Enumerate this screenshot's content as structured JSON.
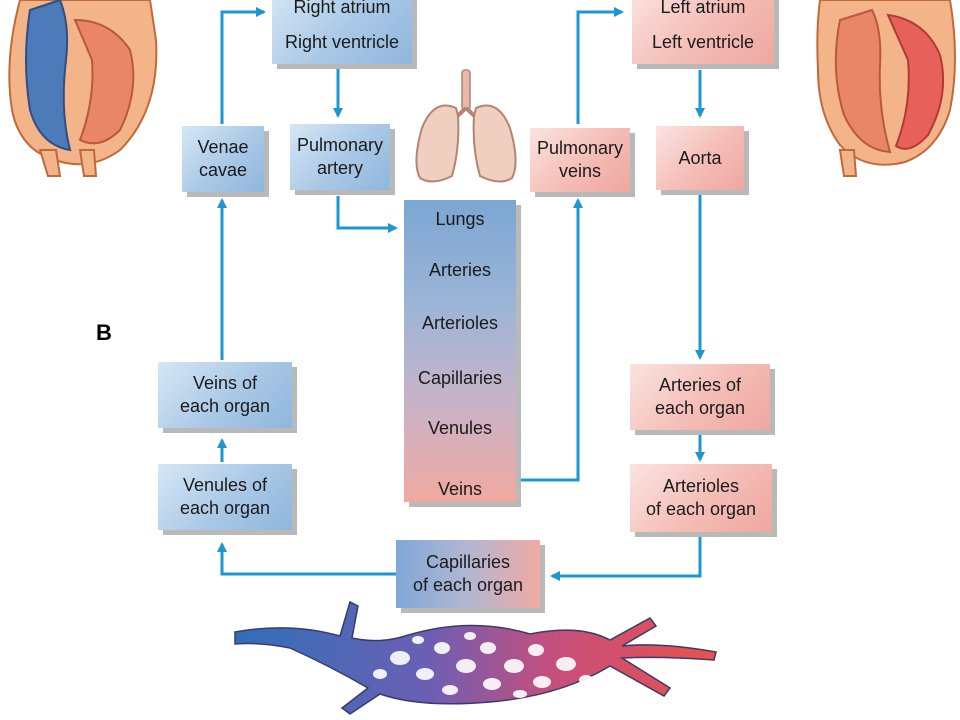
{
  "panel_label": "B",
  "boxes": {
    "right_atrium": "Right atrium",
    "right_ventricle": "Right ventricle",
    "left_atrium": "Left atrium",
    "left_ventricle": "Left ventricle",
    "venae_cavae_1": "Venae",
    "venae_cavae_2": "cavae",
    "pulmonary_artery_1": "Pulmonary",
    "pulmonary_artery_2": "artery",
    "pulmonary_veins_1": "Pulmonary",
    "pulmonary_veins_2": "veins",
    "aorta": "Aorta",
    "veins_organ_1": "Veins of",
    "veins_organ_2": "each organ",
    "venules_organ_1": "Venules of",
    "venules_organ_2": "each organ",
    "arteries_organ_1": "Arteries of",
    "arteries_organ_2": "each organ",
    "arterioles_organ_1": "Arterioles",
    "arterioles_organ_2": "of each organ",
    "capillaries_organ_1": "Capillaries",
    "capillaries_organ_2": "of each organ"
  },
  "lung_column": [
    "Lungs",
    "Arteries",
    "Arterioles",
    "Capillaries",
    "Venules",
    "Veins"
  ],
  "colors": {
    "arrow": "#1d97d0",
    "deoxygenated": "#8fb6dd",
    "oxygenated": "#eea79f"
  },
  "illustrations": [
    "heart-deoxygenated-icon",
    "heart-oxygenated-icon",
    "lungs-icon",
    "capillary-network-icon"
  ]
}
